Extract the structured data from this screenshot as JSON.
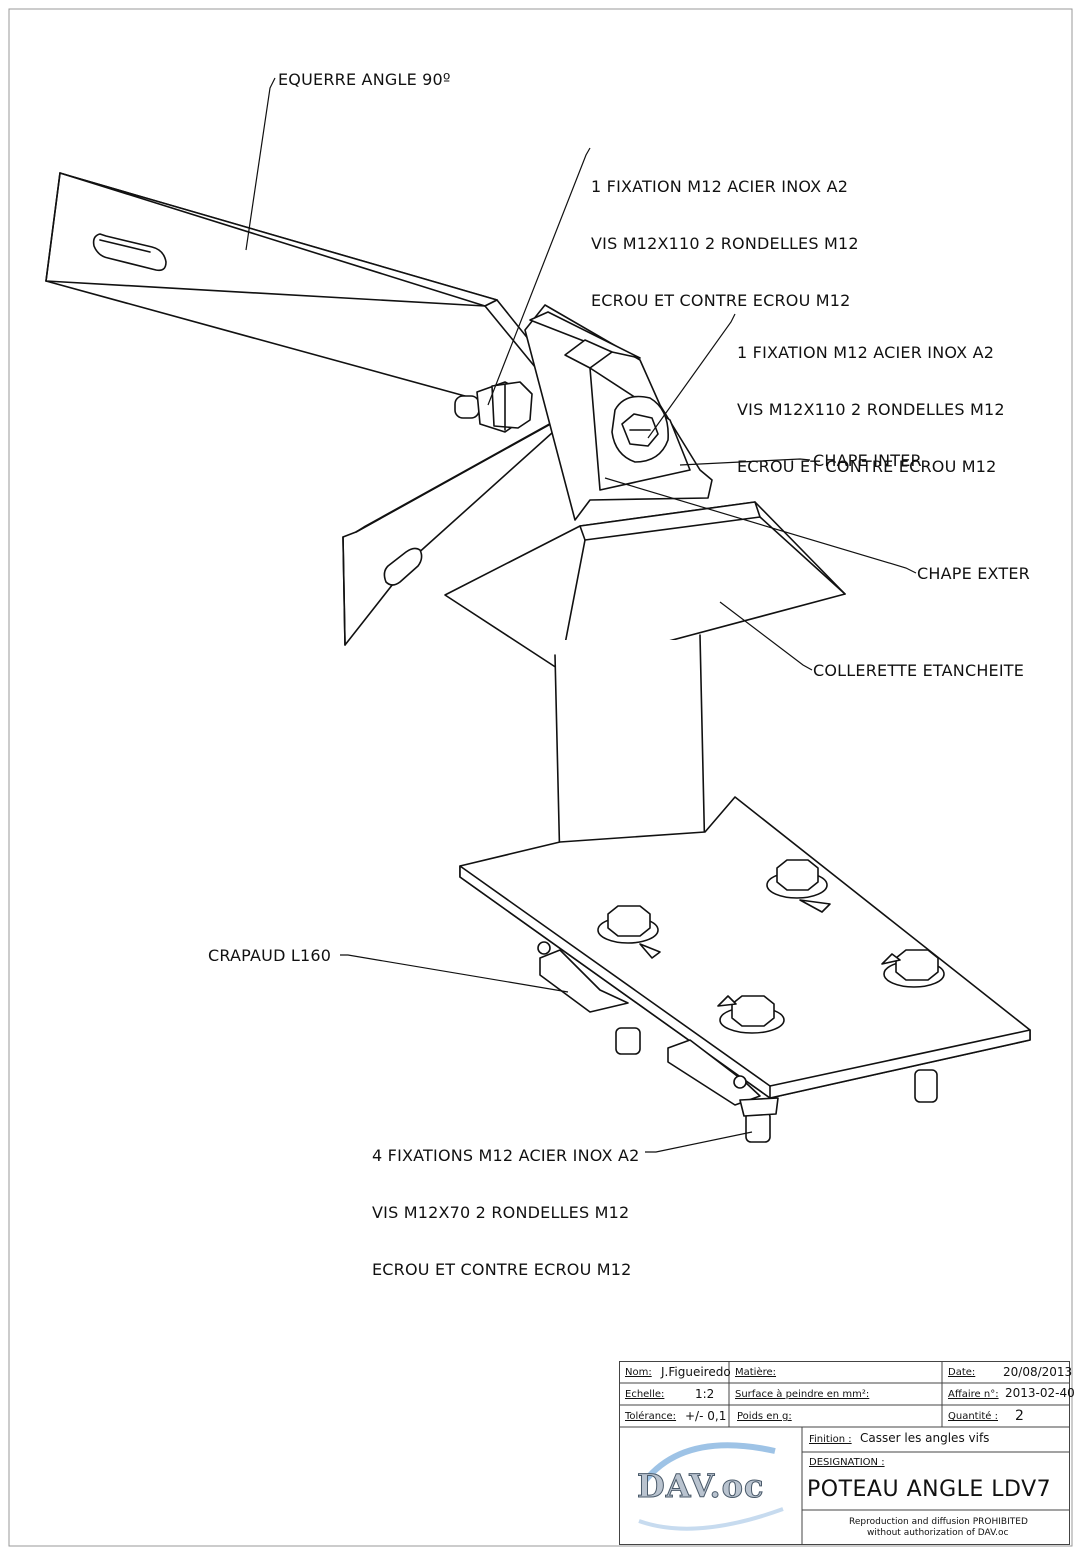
{
  "callouts": {
    "equerre": "EQUERRE ANGLE 90º",
    "fixation_top_left": [
      "1 FIXATION M12 ACIER INOX A2",
      "VIS M12X110 2 RONDELLES M12",
      "ECROU ET CONTRE ECROU M12"
    ],
    "fixation_top_right": [
      "1 FIXATION M12 ACIER INOX A2",
      "VIS M12X110 2 RONDELLES M12",
      "ECROU ET CONTRE ECROU M12"
    ],
    "chape_inter": "CHAPE INTER",
    "chape_exter": "CHAPE EXTER",
    "collerette": "COLLERETTE ETANCHEITE",
    "crapaud": "CRAPAUD L160",
    "fixations_bottom": [
      "4 FIXATIONS M12 ACIER INOX A2",
      "VIS M12X70 2 RONDELLES M12",
      "ECROU ET CONTRE ECROU M12"
    ]
  },
  "title_block": {
    "nom_label": "Nom:",
    "nom_value": "J.Figueiredo",
    "matiere_label": "Matière:",
    "date_label": "Date:",
    "date_value": "20/08/2013",
    "echelle_label": "Echelle:",
    "echelle_value": "1:2",
    "surface_label": "Surface à peindre en mm²:",
    "affaire_label": "Affaire n°:",
    "affaire_value": "2013-02-40",
    "tolerance_label": "Tolérance:",
    "tolerance_value": "+/- 0,1",
    "poids_label": "Poids en g:",
    "quantite_label": "Quantité :",
    "quantite_value": "2",
    "finition_label": "Finition :",
    "finition_value": "Casser les angles vifs",
    "designation_label": "DESIGNATION :",
    "designation_value": "POTEAU ANGLE LDV7",
    "logo_text": "DAV.oc",
    "copyright_line1": "Reproduction and diffusion PROHIBITED",
    "copyright_line2": "without authorization of DAV.oc"
  }
}
